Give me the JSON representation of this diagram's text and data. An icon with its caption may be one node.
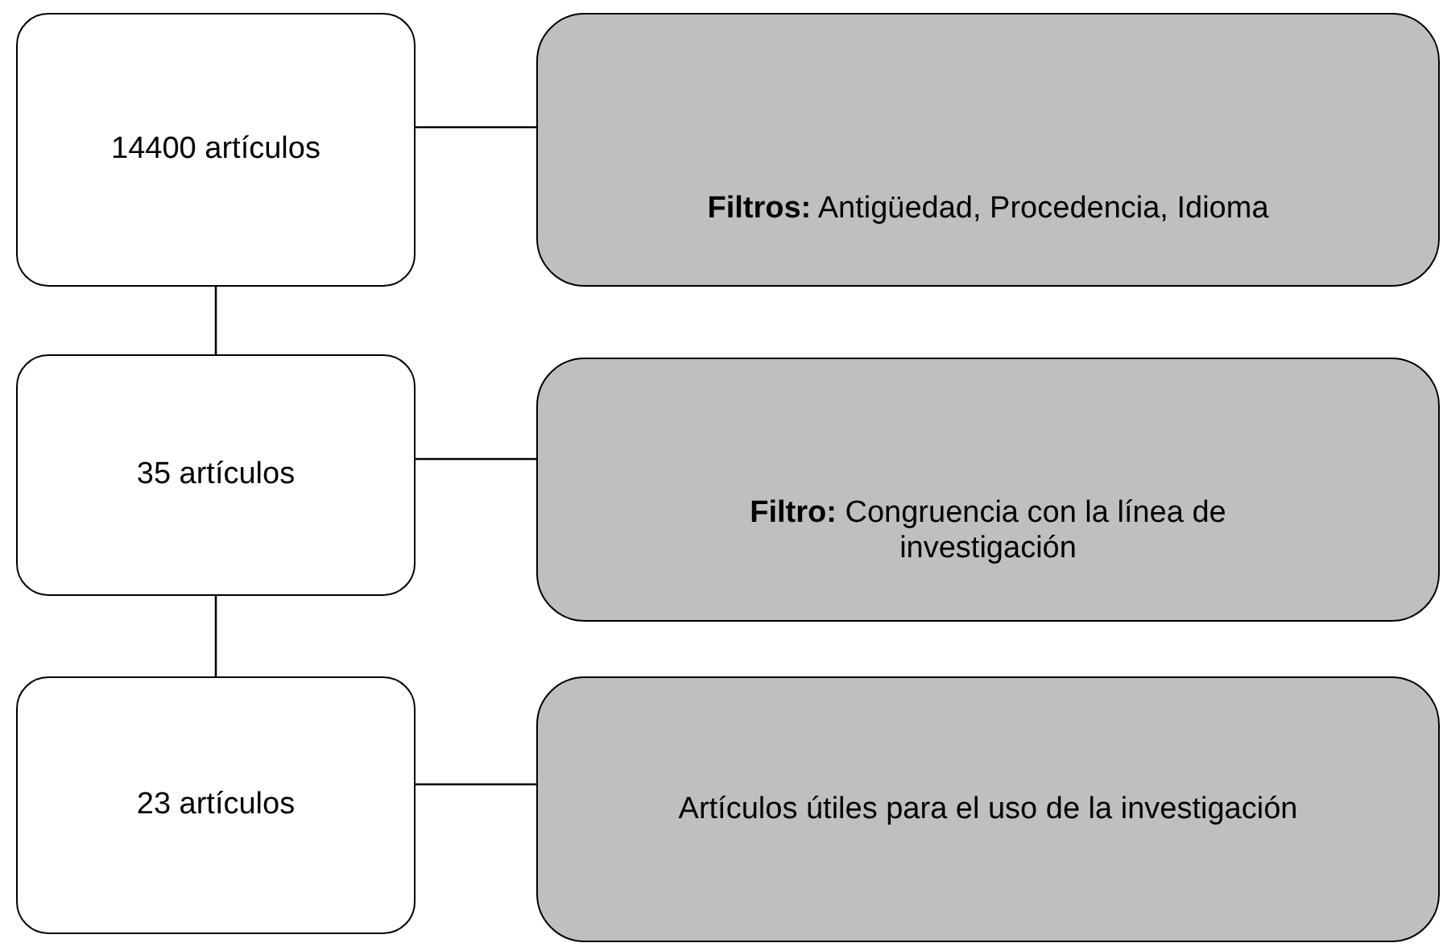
{
  "diagram": {
    "nodes": [
      {
        "text": [
          "14400 artículos"
        ]
      },
      {
        "text": [
          "**Filtros:** Antigüedad, Procedencia, Idioma"
        ]
      },
      {
        "text": [
          "35 artículos"
        ]
      },
      {
        "text": [
          "**Filtro:** Congruencia con la línea de investigación"
        ]
      },
      {
        "text": [
          "23 artículos"
        ]
      },
      {
        "text": [
          "Artículos útiles para el uso de la investigación"
        ]
      }
    ],
    "edges": [
      {
        "from": 0,
        "to": 1,
        "arrow": "none"
      },
      {
        "from": 0,
        "to": 2,
        "arrow": "none"
      },
      {
        "from": 2,
        "to": 3,
        "arrow": "none"
      },
      {
        "from": 2,
        "to": 4,
        "arrow": "none"
      },
      {
        "from": 4,
        "to": 5,
        "arrow": "none"
      }
    ]
  }
}
